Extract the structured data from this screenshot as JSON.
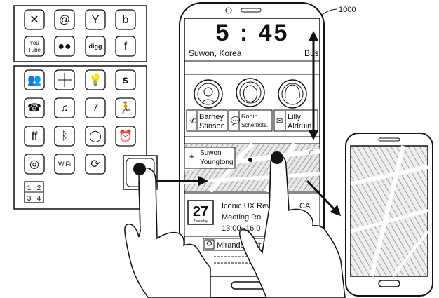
{
  "ref_label": "1000",
  "left_panel": {
    "top_icons": [
      {
        "name": "xing-icon",
        "text": "✕",
        "interactable": true
      },
      {
        "name": "at-icon",
        "text": "@",
        "interactable": true
      },
      {
        "name": "yahoo-icon",
        "text": "Y",
        "interactable": true
      },
      {
        "name": "b-icon",
        "text": "b",
        "interactable": true
      },
      {
        "name": "youtube-icon",
        "text": "You Tube",
        "interactable": true
      },
      {
        "name": "flickr-icon",
        "text": "●●",
        "interactable": true
      },
      {
        "name": "digg-icon",
        "text": "digg",
        "interactable": true
      },
      {
        "name": "facebook-icon",
        "text": "f",
        "interactable": true
      }
    ],
    "bottom_icons": [
      {
        "name": "people-icon",
        "text": "👥",
        "interactable": true
      },
      {
        "name": "grid-icon",
        "text": "",
        "interactable": true
      },
      {
        "name": "bulb-icon",
        "text": "💡",
        "interactable": true
      },
      {
        "name": "s-icon",
        "text": "s",
        "interactable": true
      },
      {
        "name": "phone-book-icon",
        "text": "☎",
        "interactable": true
      },
      {
        "name": "music-icon",
        "text": "♫",
        "interactable": true
      },
      {
        "name": "calendar-icon",
        "text": "7",
        "interactable": true
      },
      {
        "name": "runner-icon",
        "text": "🏃",
        "interactable": true
      },
      {
        "name": "ff-icon",
        "text": "ff",
        "interactable": true
      },
      {
        "name": "bluetooth-icon",
        "text": "ᛒ",
        "interactable": true
      },
      {
        "name": "ring-icon",
        "text": "◯",
        "interactable": true
      },
      {
        "name": "clock-icon",
        "text": "⏰",
        "interactable": true
      },
      {
        "name": "camera-icon",
        "text": "◎",
        "interactable": true
      },
      {
        "name": "wifi-icon",
        "text": "WiFi",
        "interactable": true
      },
      {
        "name": "sync-icon",
        "text": "⟳",
        "interactable": true
      },
      {
        "name": "map-icon",
        "text": "⌂",
        "interactable": true
      }
    ],
    "numbers_tile": [
      "1",
      "2",
      "3",
      "4"
    ]
  },
  "phone": {
    "clock": "5 : 45",
    "location": "Suwon, Korea",
    "bus_label": "Bus",
    "contacts": [
      {
        "name_line1": "Barney",
        "name_line2": "Stinson",
        "icon": "phone-icon"
      },
      {
        "name_line1": "Robin",
        "name_line2": "Scherbots..",
        "icon": "chat-icon"
      },
      {
        "name_line1": "Lilly",
        "name_line2": "Aldruin",
        "icon": "mail-icon"
      }
    ],
    "map_location_line1": "Suwon",
    "map_location_line2": "Youngtong",
    "calendar": {
      "day": "27",
      "weekday": "Thursday",
      "line1": "Iconic UX Revie",
      "line1_tail": "CA",
      "line2": "Meeting Ro",
      "line3": "13:00~16:0"
    },
    "message_name": "Miranda Kerr"
  },
  "colors": {
    "ink": "#111111",
    "paper": "#ffffff",
    "map_fill": "#e6e6e6",
    "map_dark": "#b0b0b0"
  }
}
